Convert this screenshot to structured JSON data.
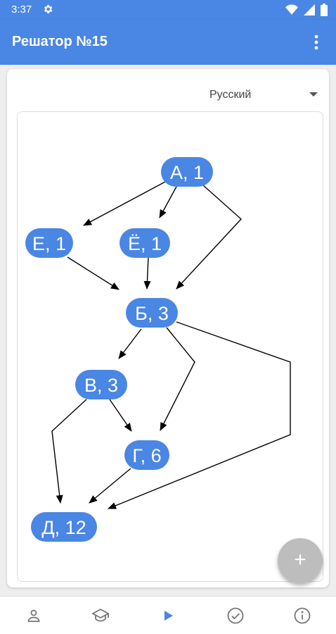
{
  "status_bar": {
    "time": "3:37"
  },
  "app_bar": {
    "title": "Решатор №15"
  },
  "language": {
    "selected": "Русский"
  },
  "graph": {
    "nodes": [
      {
        "id": "a",
        "label": "А, 1"
      },
      {
        "id": "e",
        "label": "Е, 1"
      },
      {
        "id": "yo",
        "label": "Ё, 1"
      },
      {
        "id": "b",
        "label": "Б, 3"
      },
      {
        "id": "v",
        "label": "В, 3"
      },
      {
        "id": "g",
        "label": "Г, 6"
      },
      {
        "id": "d",
        "label": "Д, 12"
      }
    ],
    "edges": [
      [
        "а",
        "Е"
      ],
      [
        "А",
        "Ё"
      ],
      [
        "А",
        "Б"
      ],
      [
        "Е",
        "Б"
      ],
      [
        "Ё",
        "Б"
      ],
      [
        "Б",
        "В"
      ],
      [
        "Б",
        "Г"
      ],
      [
        "Б",
        "Д"
      ],
      [
        "В",
        "Г"
      ],
      [
        "В",
        "Д"
      ],
      [
        "Г",
        "Д"
      ]
    ],
    "node_color": "#4a86e3"
  },
  "fab": {
    "label": "+"
  },
  "colors": {
    "primary": "#4a86e3",
    "active_nav": "#4a86e3",
    "inactive_nav": "#757575"
  },
  "bottom_nav": {
    "items": [
      {
        "icon": "person-icon",
        "active": false
      },
      {
        "icon": "school-icon",
        "active": false
      },
      {
        "icon": "play-icon",
        "active": true
      },
      {
        "icon": "check-circle-icon",
        "active": false
      },
      {
        "icon": "info-icon",
        "active": false
      }
    ]
  }
}
